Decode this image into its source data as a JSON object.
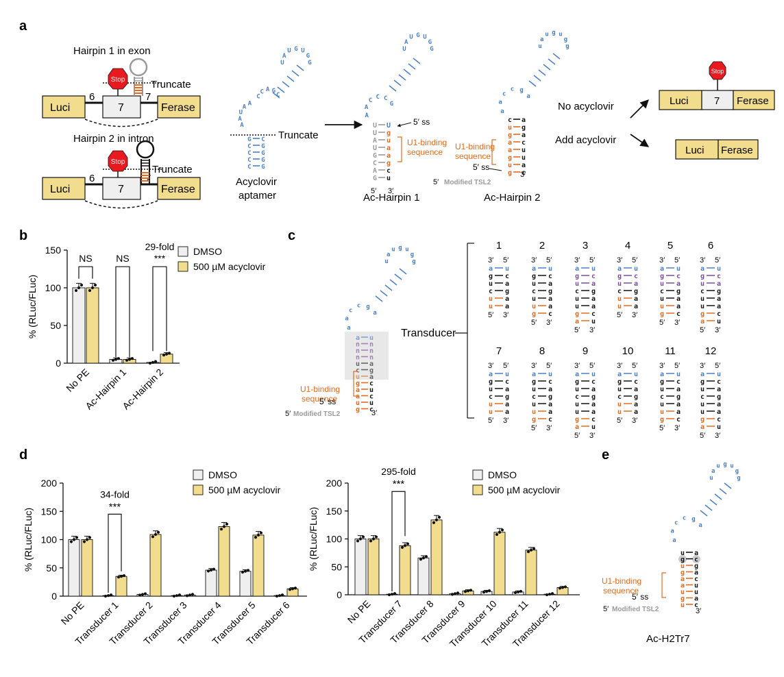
{
  "colors": {
    "blue": "#4a7fc9",
    "orange": "#e36a1e",
    "purple": "#7a4aa0",
    "gray": "#9a9a9a",
    "yellow": "#f2dc8e",
    "lightgray": "#efefef",
    "stop": "#e8191f"
  },
  "panel_labels": {
    "a": "a",
    "b": "b",
    "c": "c",
    "d": "d",
    "e": "e"
  },
  "panelA": {
    "hairpin1_title": "Hairpin 1 in exon",
    "hairpin2_title": "Hairpin 2 in intron",
    "luci": "Luci",
    "ferase": "Ferase",
    "exon6": "6",
    "exon7": "7",
    "stop": "Stop",
    "truncate": "Truncate",
    "aptamer_label_1": "Acyclovir",
    "aptamer_label_2": "aptamer",
    "ac_hairpin1": "Ac-Hairpin 1",
    "ac_hairpin2": "Ac-Hairpin 2",
    "u1_binding_1": "U1-binding",
    "u1_binding_2": "sequence",
    "ss5": "5′ ss",
    "five": "5′",
    "three": "3′",
    "modified_tsl2": "Modified TSL2",
    "no_acyclovir": "No acyclovir",
    "add_acyclovir": "Add acyclovir"
  },
  "panelC": {
    "transducer": "Transducer",
    "u1_binding_1": "U1-binding",
    "u1_binding_2": "sequence",
    "ss5": "5′ ss",
    "modified_tsl2": "Modified TSL2",
    "numbers": [
      "1",
      "2",
      "3",
      "4",
      "5",
      "6",
      "7",
      "8",
      "9",
      "10",
      "11",
      "12"
    ],
    "five": "5′",
    "three": "3′"
  },
  "panelE": {
    "title": "Ac-H2Tr7",
    "u1_binding_1": "U1-binding",
    "u1_binding_2": "sequence",
    "ss5": "5′ ss",
    "modified_tsl2": "Modified TSL2"
  },
  "chart_data": [
    {
      "type": "bar",
      "panel": "b",
      "categories": [
        "No PE",
        "Ac-Hairpin 1",
        "Ac-Hairpin 2"
      ],
      "series": [
        {
          "name": "DMSO",
          "values": [
            100,
            5,
            1
          ]
        },
        {
          "name": "500 µM acyclovir",
          "values": [
            100,
            5,
            12
          ]
        }
      ],
      "ylabel": "% (RLuc/FLuc)",
      "ylim": [
        0,
        150
      ],
      "yticks": [
        0,
        50,
        100,
        150
      ],
      "annotations": [
        {
          "text": "NS",
          "category": "No PE"
        },
        {
          "text": "NS",
          "category": "Ac-Hairpin 1"
        },
        {
          "text": "29-fold",
          "category": "Ac-Hairpin 2"
        },
        {
          "text": "***",
          "category": "Ac-Hairpin 2"
        }
      ],
      "legend": "top-right"
    },
    {
      "type": "bar",
      "panel": "d-left",
      "categories": [
        "No PE",
        "Transducer 1",
        "Transducer 2",
        "Transducer 3",
        "Transducer 4",
        "Transducer 5",
        "Transducer 6"
      ],
      "series": [
        {
          "name": "DMSO",
          "values": [
            100,
            1,
            3,
            1,
            46,
            44,
            1
          ]
        },
        {
          "name": "500 µM acyclovir",
          "values": [
            100,
            35,
            109,
            2,
            123,
            108,
            13
          ]
        }
      ],
      "ylabel": "% (RLuc/FLuc)",
      "ylim": [
        0,
        200
      ],
      "yticks": [
        0,
        50,
        100,
        150,
        200
      ],
      "annotations": [
        {
          "text": "34-fold",
          "category": "Transducer 1"
        },
        {
          "text": "***",
          "category": "Transducer 1"
        }
      ],
      "legend": "top-right"
    },
    {
      "type": "bar",
      "panel": "d-right",
      "categories": [
        "No PE",
        "Transducer 7",
        "Transducer 8",
        "Transducer 9",
        "Transducer 10",
        "Transducer 11",
        "Transducer 12"
      ],
      "series": [
        {
          "name": "DMSO",
          "values": [
            100,
            1,
            66,
            2,
            6,
            5,
            1
          ]
        },
        {
          "name": "500 µM acyclovir",
          "values": [
            100,
            88,
            134,
            7,
            112,
            80,
            13
          ]
        }
      ],
      "ylabel": "% (RLuc/FLuc)",
      "ylim": [
        0,
        200
      ],
      "yticks": [
        0,
        50,
        100,
        150,
        200
      ],
      "annotations": [
        {
          "text": "295-fold",
          "category": "Transducer 7"
        },
        {
          "text": "***",
          "category": "Transducer 7"
        }
      ],
      "legend": "top-right"
    }
  ]
}
